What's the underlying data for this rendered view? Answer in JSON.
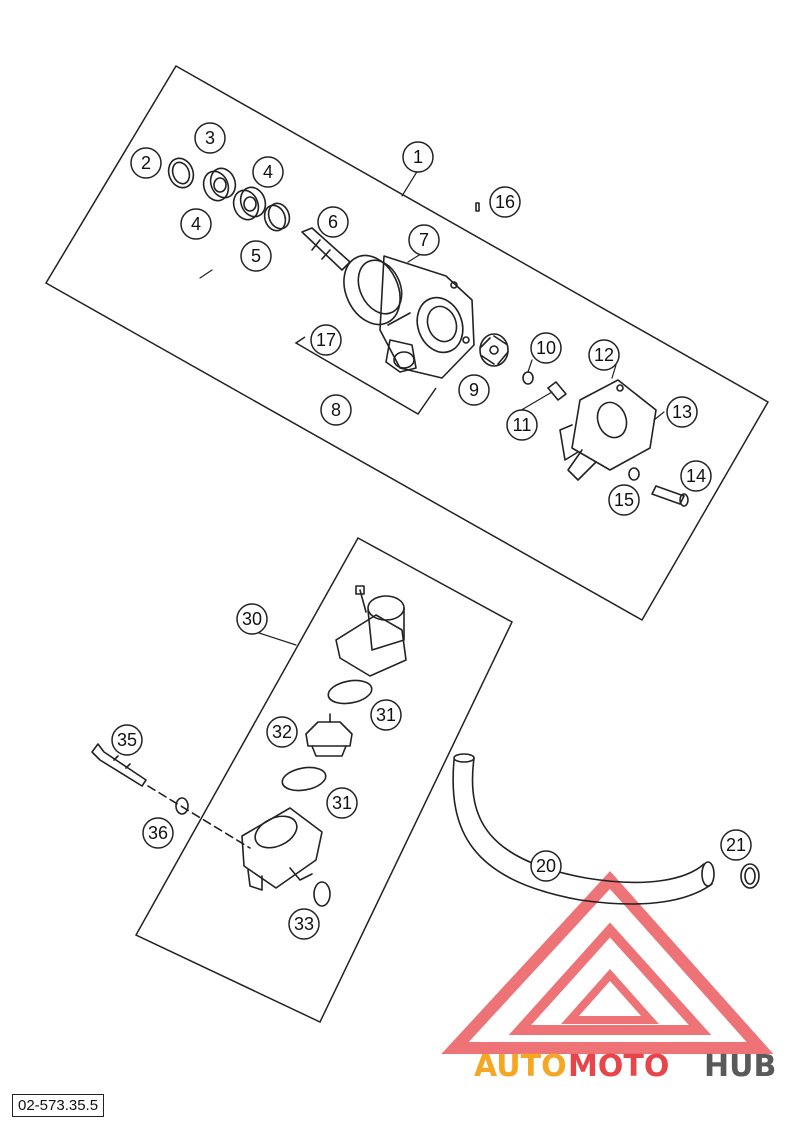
{
  "diagram": {
    "reference_code": "02-573.35.5",
    "callouts": {
      "c1": "1",
      "c2": "2",
      "c3": "3",
      "c4a": "4",
      "c4b": "4",
      "c5": "5",
      "c6": "6",
      "c7": "7",
      "c8": "8",
      "c9": "9",
      "c10": "10",
      "c11": "11",
      "c12": "12",
      "c13": "13",
      "c14": "14",
      "c15": "15",
      "c16": "16",
      "c17": "17",
      "c20": "20",
      "c21": "21",
      "c30": "30",
      "c31a": "31",
      "c31b": "31",
      "c32": "32",
      "c33": "33",
      "c35": "35",
      "c36": "36"
    }
  },
  "watermark": {
    "part1": "AUTO",
    "part2": "MOTO",
    "part3": "HUB",
    "colors": {
      "orange": "#f5a623",
      "red": "#e8454a",
      "gray": "#5a5a5a"
    }
  }
}
